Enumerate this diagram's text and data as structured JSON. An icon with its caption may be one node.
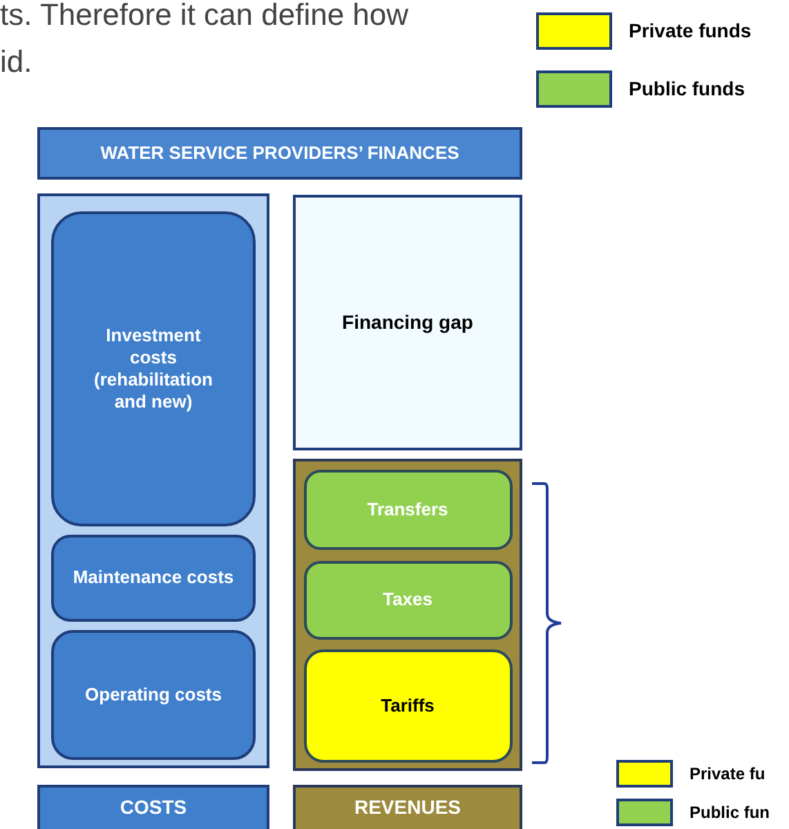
{
  "diagram": {
    "nodes": [
      {
        "text": [
          "WATER SERVICE PROVIDERS’ FINANCES"
        ]
      },
      {
        "text": [],
        "shape": "box"
      },
      {
        "text": [
          "Investment costs (rehabilitation and new)"
        ],
        "in": 1
      },
      {
        "text": [
          "Maintenance costs"
        ],
        "in": 1
      },
      {
        "text": [
          "Operating costs"
        ],
        "in": 1
      },
      {
        "text": [
          "Financing gap"
        ]
      },
      {
        "text": [],
        "shape": "box"
      },
      {
        "text": [
          "Transfers"
        ],
        "in": 6
      },
      {
        "text": [
          "Taxes"
        ],
        "in": 6
      },
      {
        "text": [
          "Tariffs"
        ],
        "in": 6
      },
      {
        "text": [
          "COSTS"
        ]
      },
      {
        "text": [
          "REVENUES"
        ]
      }
    ],
    "labels": [
      "ts. Therefore it can define how",
      "id."
    ],
    "legend": [
      {
        "text": "Private funds",
        "color": "#ffff00"
      },
      {
        "text": "Public funds",
        "color": "#92d050"
      },
      {
        "text": "Private fu",
        "color": "#ffff00"
      },
      {
        "text": "Public fun",
        "color": "#92d050"
      }
    ]
  }
}
